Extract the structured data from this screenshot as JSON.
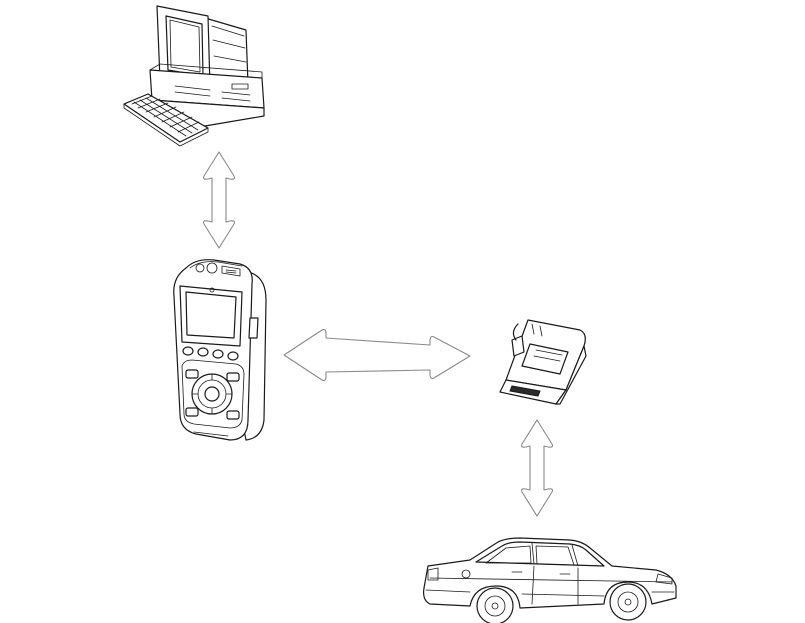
{
  "diagram": {
    "nodes": [
      {
        "id": "computer",
        "icon": "desktop-computer-icon"
      },
      {
        "id": "scan-tool",
        "icon": "handheld-scan-tool-icon"
      },
      {
        "id": "vci",
        "icon": "vehicle-interface-adapter-icon"
      },
      {
        "id": "vehicle",
        "icon": "sedan-car-icon"
      }
    ],
    "edges": [
      {
        "from": "computer",
        "to": "scan-tool",
        "direction": "bidirectional"
      },
      {
        "from": "scan-tool",
        "to": "vci",
        "direction": "bidirectional"
      },
      {
        "from": "vci",
        "to": "vehicle",
        "direction": "bidirectional"
      }
    ]
  }
}
